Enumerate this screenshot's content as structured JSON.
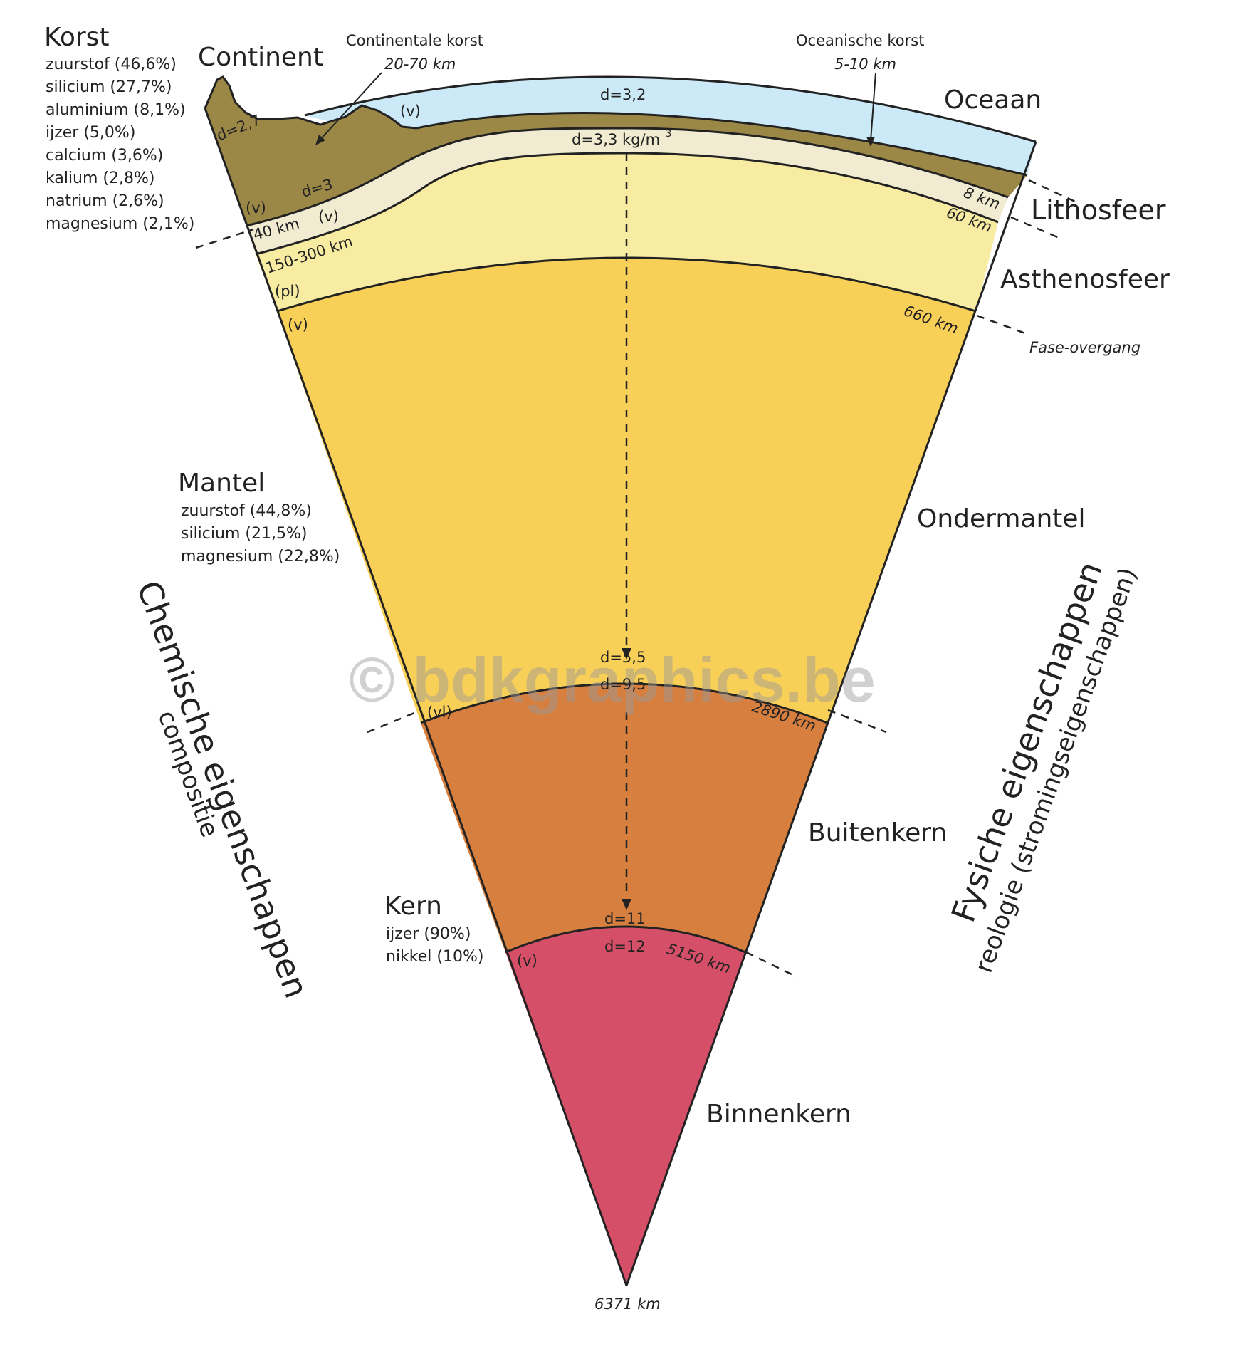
{
  "colors": {
    "ocean": "#cce9f8",
    "crust": "#9b8847",
    "lithosphere_mantle": "#f1ecd1",
    "asthenosphere": "#f8eca3",
    "lower_mantle": "#f8cf57",
    "outer_core": "#d67f3f",
    "inner_core": "#d64f69"
  },
  "crust_composition": {
    "title": "Korst",
    "items": [
      "zuurstof (46,6%)",
      "silicium (27,7%)",
      "aluminium (8,1%)",
      "ijzer (5,0%)",
      "calcium (3,6%)",
      "kalium (2,8%)",
      "natrium (2,6%)",
      "magnesium (2,1%)"
    ]
  },
  "mantle_composition": {
    "title": "Mantel",
    "items": [
      "zuurstof (44,8%)",
      "silicium (21,5%)",
      "magnesium (22,8%)"
    ]
  },
  "core_composition": {
    "title": "Kern",
    "items": [
      "ijzer (90%)",
      "nikkel (10%)"
    ]
  },
  "top_labels": {
    "continent": "Continent",
    "continental_crust": "Continentale korst",
    "continental_crust_thickness": "20-70 km",
    "oceanic_crust": "Oceanische korst",
    "oceanic_crust_thickness": "5-10 km",
    "ocean": "Oceaan"
  },
  "layer_names": {
    "lithosphere": "Lithosfeer",
    "asthenosphere": "Asthenosfeer",
    "phase_transition": "Fase-overgang",
    "lower_mantle": "Ondermantel",
    "outer_core": "Buitenkern",
    "inner_core": "Binnenkern"
  },
  "depths": {
    "ocean_crust": "8 km",
    "ocean_lithosphere": "60 km",
    "continent_crust": "40 km",
    "continent_lithosphere": "150-300 km",
    "phase": "660 km",
    "cmb": "2890 km",
    "icb": "5150 km",
    "center": "6371 km"
  },
  "densities": {
    "ocean": "d=3,2",
    "continent_crust": "d=2,7",
    "lower_crust": "d=3",
    "upper_mantle": "d=3,3 kg/m",
    "upper_mantle_sup": "3",
    "mantle_bottom": "d=5,5",
    "outer_core_top": "d=9,5",
    "outer_core_bottom": "d=11",
    "inner_core_top": "d=12"
  },
  "states": {
    "ocean_crust": "(v)",
    "continent_crust": "(v)",
    "continent_mantle": "(v)",
    "asthenosphere": "(pl)",
    "lower_mantle": "(v)",
    "outer_core": "(vl)",
    "inner_core": "(v)"
  },
  "axis_labels": {
    "chemical": "Chemische eigenschappen",
    "chemical_sub": "compositie",
    "physical": "Fysiche eigenschappen",
    "physical_sub": "reologie (stromingseigenschappen)"
  },
  "watermark": "© bdkgraphics.be"
}
